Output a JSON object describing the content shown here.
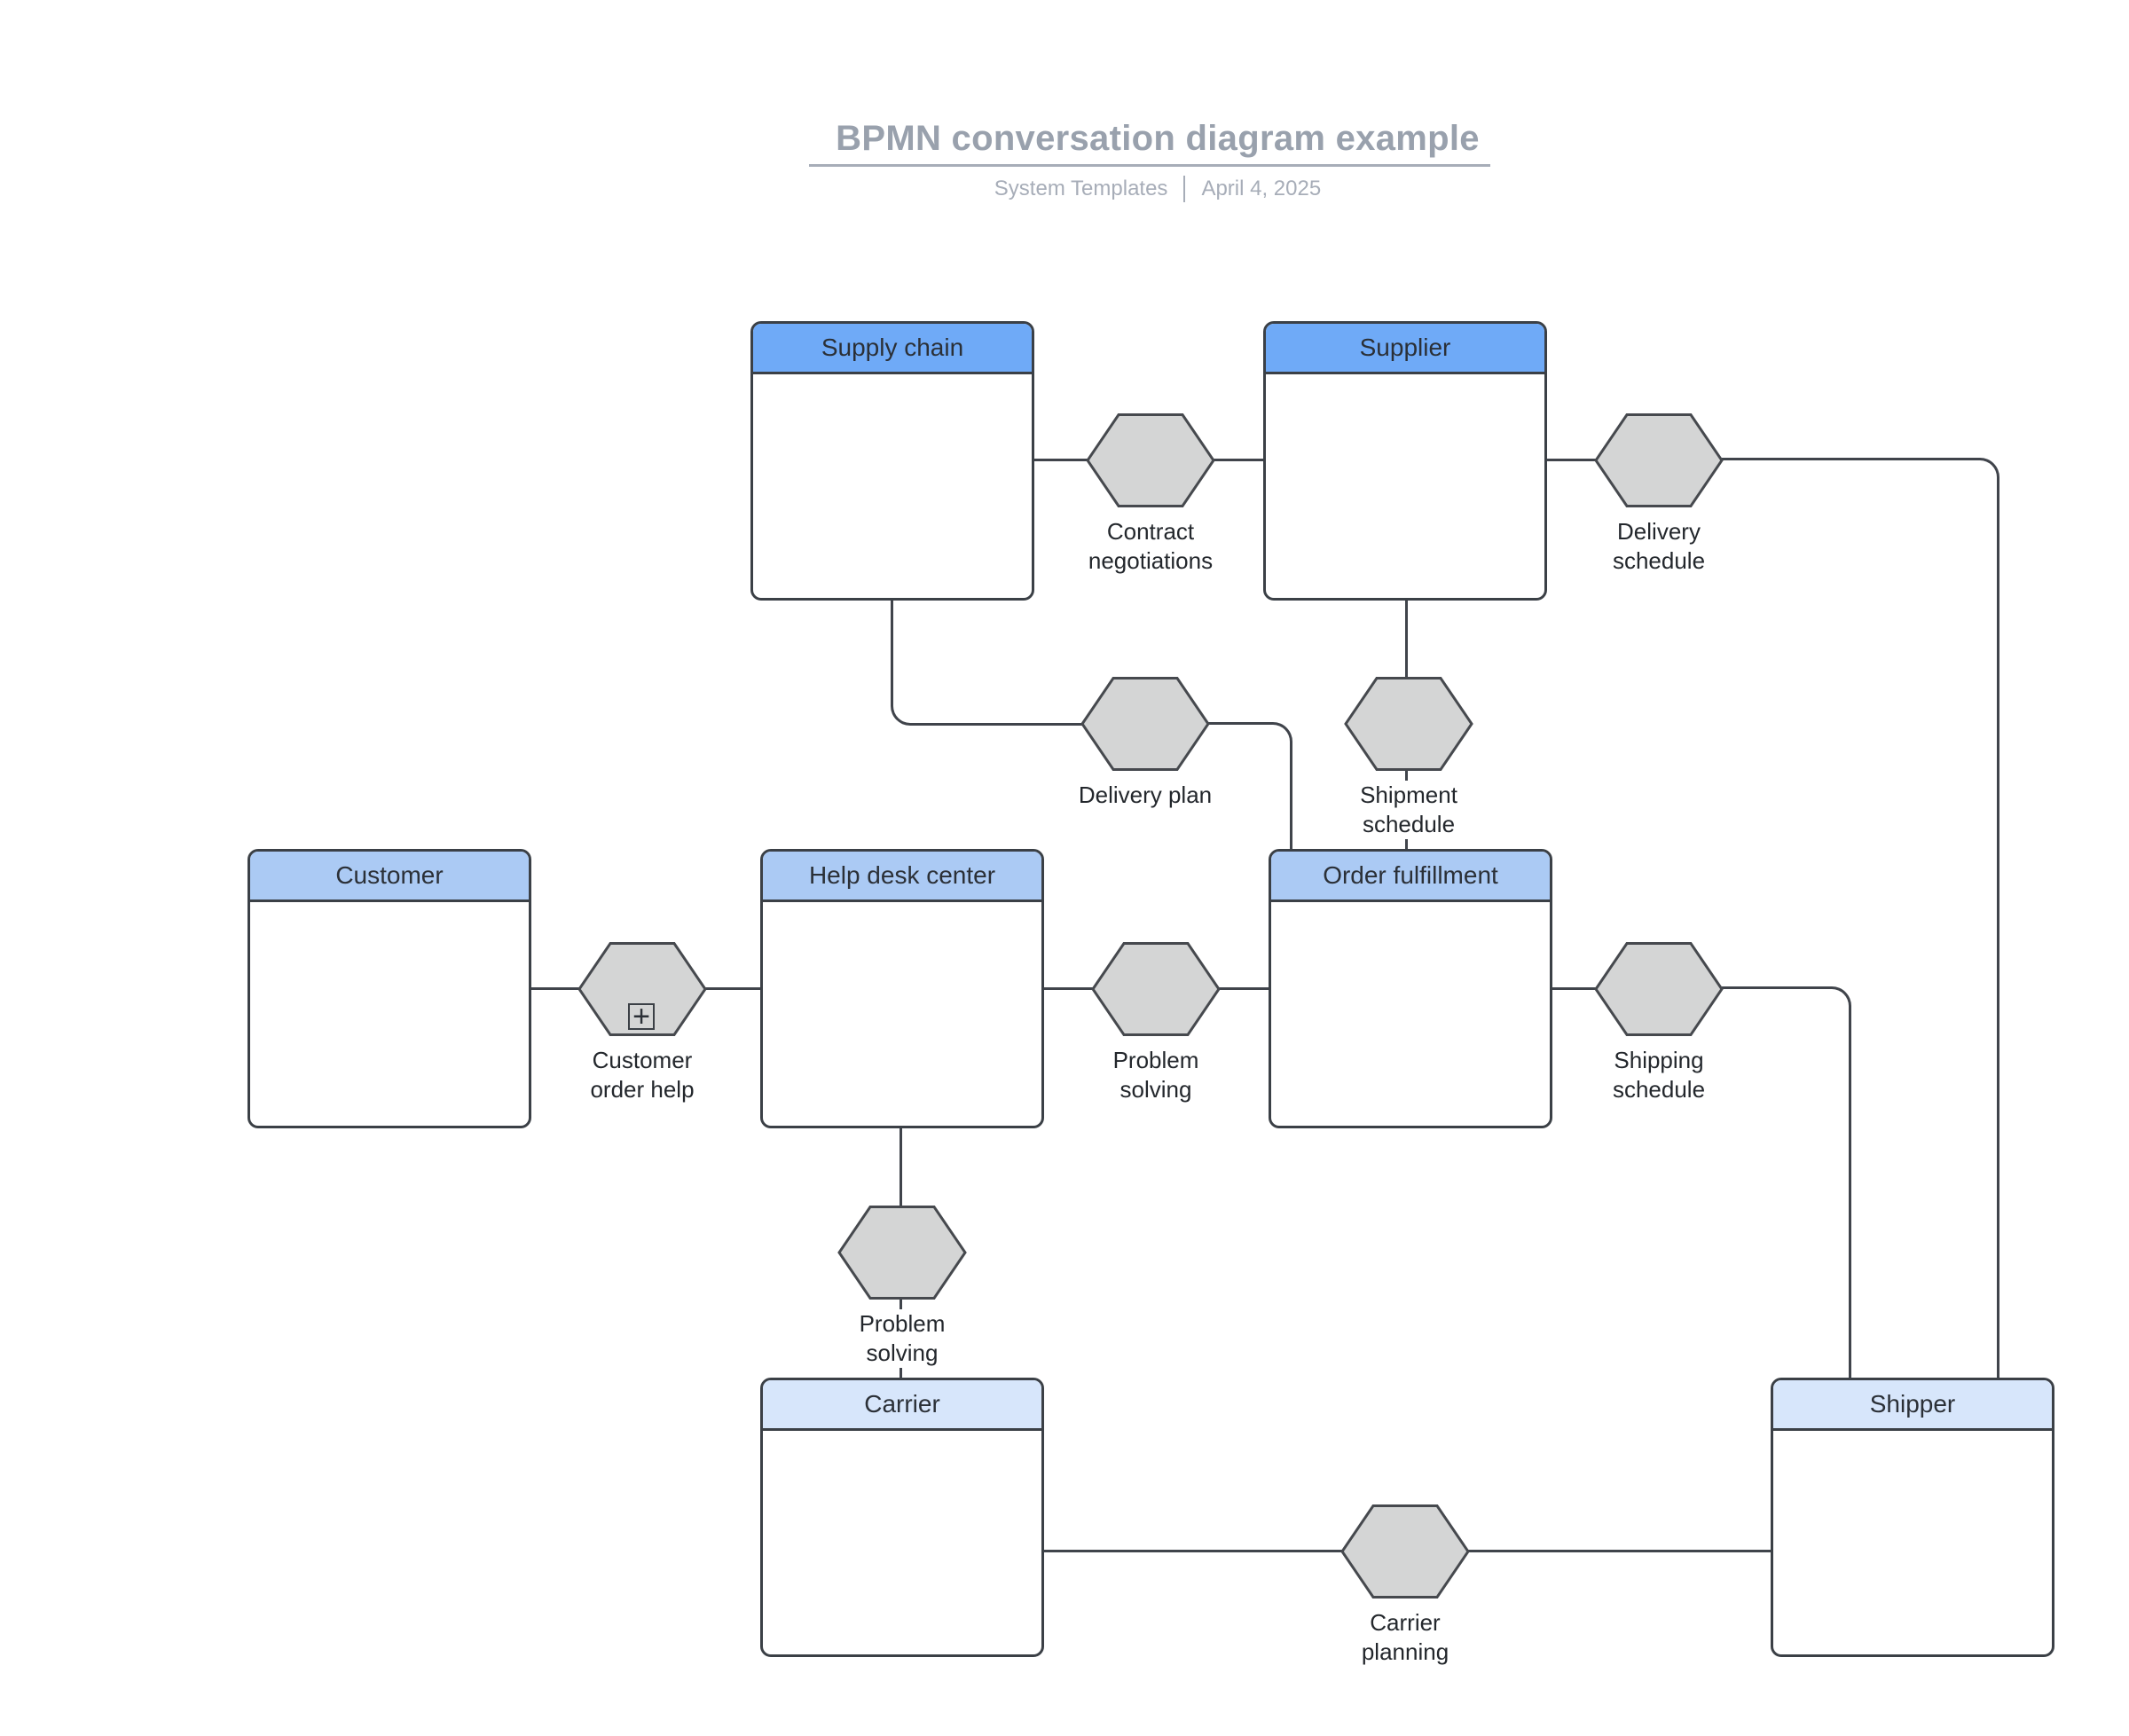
{
  "header": {
    "title": "BPMN conversation diagram example",
    "source": "System Templates",
    "date": "April 4, 2025"
  },
  "colors": {
    "title_text": "#99A1AD",
    "rule": "#A7ADB8",
    "participant_border": "#3B4046",
    "header_blue_strong": "#6FAAF7",
    "header_blue_medium": "#ABCAF4",
    "header_blue_light": "#D7E6FB",
    "hexagon_fill": "#D4D5D5",
    "hexagon_border": "#46494E",
    "connector": "#40444B",
    "label_text": "#23272C"
  },
  "participants": [
    {
      "id": "supply-chain",
      "label": "Supply chain",
      "header_color": "#6FAAF7"
    },
    {
      "id": "supplier",
      "label": "Supplier",
      "header_color": "#6FAAF7"
    },
    {
      "id": "customer",
      "label": "Customer",
      "header_color": "#ABCAF4"
    },
    {
      "id": "help-desk-center",
      "label": "Help desk center",
      "header_color": "#ABCAF4"
    },
    {
      "id": "order-fulfillment",
      "label": "Order fulfillment",
      "header_color": "#ABCAF4"
    },
    {
      "id": "carrier",
      "label": "Carrier",
      "header_color": "#D7E6FB"
    },
    {
      "id": "shipper",
      "label": "Shipper",
      "header_color": "#D7E6FB"
    }
  ],
  "conversations": [
    {
      "id": "contract-negotiations",
      "label": "Contract negotiations",
      "marker": ""
    },
    {
      "id": "delivery-schedule",
      "label": "Delivery schedule",
      "marker": ""
    },
    {
      "id": "delivery-plan",
      "label": "Delivery plan",
      "marker": ""
    },
    {
      "id": "shipment-schedule",
      "label": "Shipment schedule",
      "marker": ""
    },
    {
      "id": "customer-order-help",
      "label": "Customer order help",
      "marker": "+"
    },
    {
      "id": "problem-solving-mid",
      "label": "Problem solving",
      "marker": ""
    },
    {
      "id": "shipping-schedule",
      "label": "Shipping schedule",
      "marker": ""
    },
    {
      "id": "problem-solving-low",
      "label": "Problem solving",
      "marker": ""
    },
    {
      "id": "carrier-planning",
      "label": "Carrier planning",
      "marker": ""
    }
  ]
}
